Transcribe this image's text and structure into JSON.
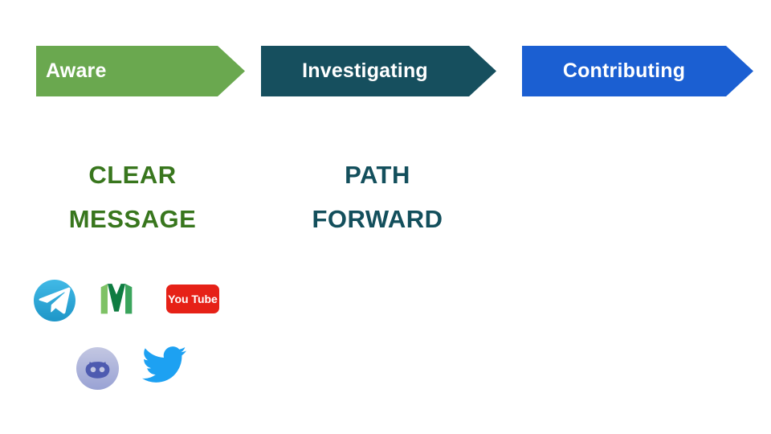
{
  "slide": {
    "background": "#ffffff"
  },
  "stages": [
    {
      "label": "Aware",
      "color": "#6aa84f",
      "text_color": "#ffffff"
    },
    {
      "label": "Investigating",
      "color": "#164f5e",
      "text_color": "#ffffff"
    },
    {
      "label": "Contributing",
      "color": "#1b5fd2",
      "text_color": "#ffffff"
    }
  ],
  "headings": [
    {
      "lines": [
        "CLEAR",
        "MESSAGE"
      ],
      "color": "#38761d"
    },
    {
      "lines": [
        "PATH",
        "FORWARD"
      ],
      "color": "#134f5c"
    }
  ],
  "social_icons": [
    {
      "name": "telegram-icon",
      "color": "#2ea6da"
    },
    {
      "name": "medium-icon",
      "color": "#2f8c4e"
    },
    {
      "name": "youtube-icon",
      "color": "#e62117",
      "label": "You Tube"
    },
    {
      "name": "discord-icon",
      "color": "#99a2d4"
    },
    {
      "name": "twitter-icon",
      "color": "#1da1f2"
    }
  ]
}
